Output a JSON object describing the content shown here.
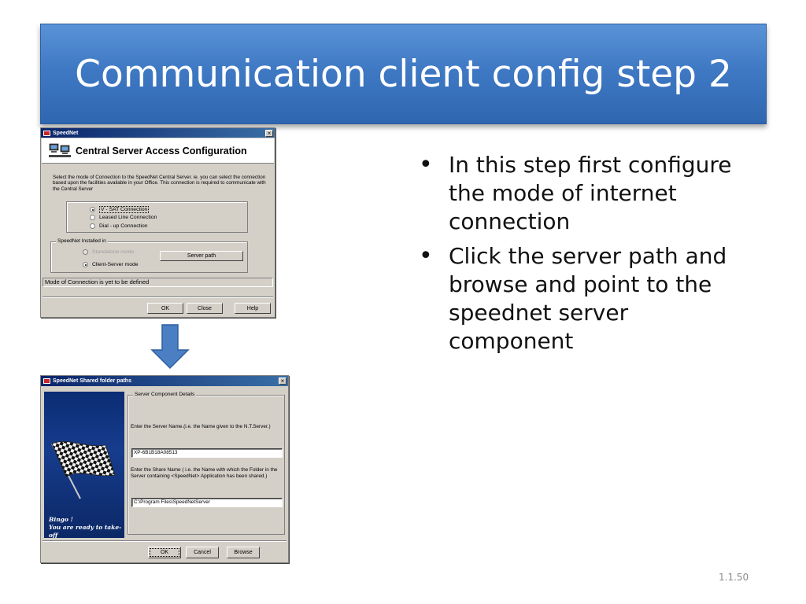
{
  "slide": {
    "title": "Communication client config step 2",
    "bullets": [
      "In this step first configure the mode of internet connection",
      "Click the server path and browse and point to the speednet server component"
    ],
    "slide_number": "1.1.50"
  },
  "dialog1": {
    "window_title": "SpeedNet",
    "close_glyph": "×",
    "heading": "Central Server Access Configuration",
    "description": "Select the mode of Connection to the SpeedNet Central Server. ie. you can select the connection based upon the facilities available in your Office. This connection is required to communicate with the Central Server",
    "connection_options": [
      {
        "label": "V - SAT Connection",
        "selected": true
      },
      {
        "label": "Leased Line Connection",
        "selected": false
      },
      {
        "label": "Dial - up Connection",
        "selected": false
      }
    ],
    "installed_group_label": "SpeedNet Installed in",
    "install_options": [
      {
        "label": "Standalone mode",
        "selected": false,
        "disabled": true
      },
      {
        "label": "Client-Server mode",
        "selected": true,
        "disabled": false
      }
    ],
    "server_path_button": "Server path",
    "status_text": "Mode of Connection is yet to be defined",
    "ok_button": "OK",
    "close_button": "Close",
    "help_button": "Help"
  },
  "dialog2": {
    "window_title": "SpeedNet Shared folder paths",
    "close_glyph": "×",
    "group_label": "Server Component Details",
    "server_name_prompt": "Enter the Server Name.(i.e. the Name given to the N.T.Server.)",
    "server_name_value": "XP-6B1B18A08513",
    "share_name_prompt": "Enter the Share Name ( i.e. the Name with which the Folder in the Server containing <SpeedNet> Application has been shared.)",
    "share_name_value": "C:\\Program Files\\SpeedNetServer",
    "bingo_line1": "Bingo !",
    "bingo_line2": "You are ready to take-off",
    "ok_button": "OK",
    "cancel_button": "Cancel",
    "browse_button": "Browse"
  },
  "colors": {
    "title_banner": "#3f79c4",
    "title_text": "#ffffff",
    "arrow": "#4a7fc4",
    "win_title_start": "#0a246a",
    "win_title_end": "#3a6ea5",
    "win_face": "#d4d0c8",
    "panel_blue": "#163c8c"
  },
  "icons": {
    "bullet": "bullet-dot",
    "arrow": "down-arrow-icon",
    "dialog1": "network-computers-icon",
    "dialog2": "checkered-flag-icon"
  }
}
